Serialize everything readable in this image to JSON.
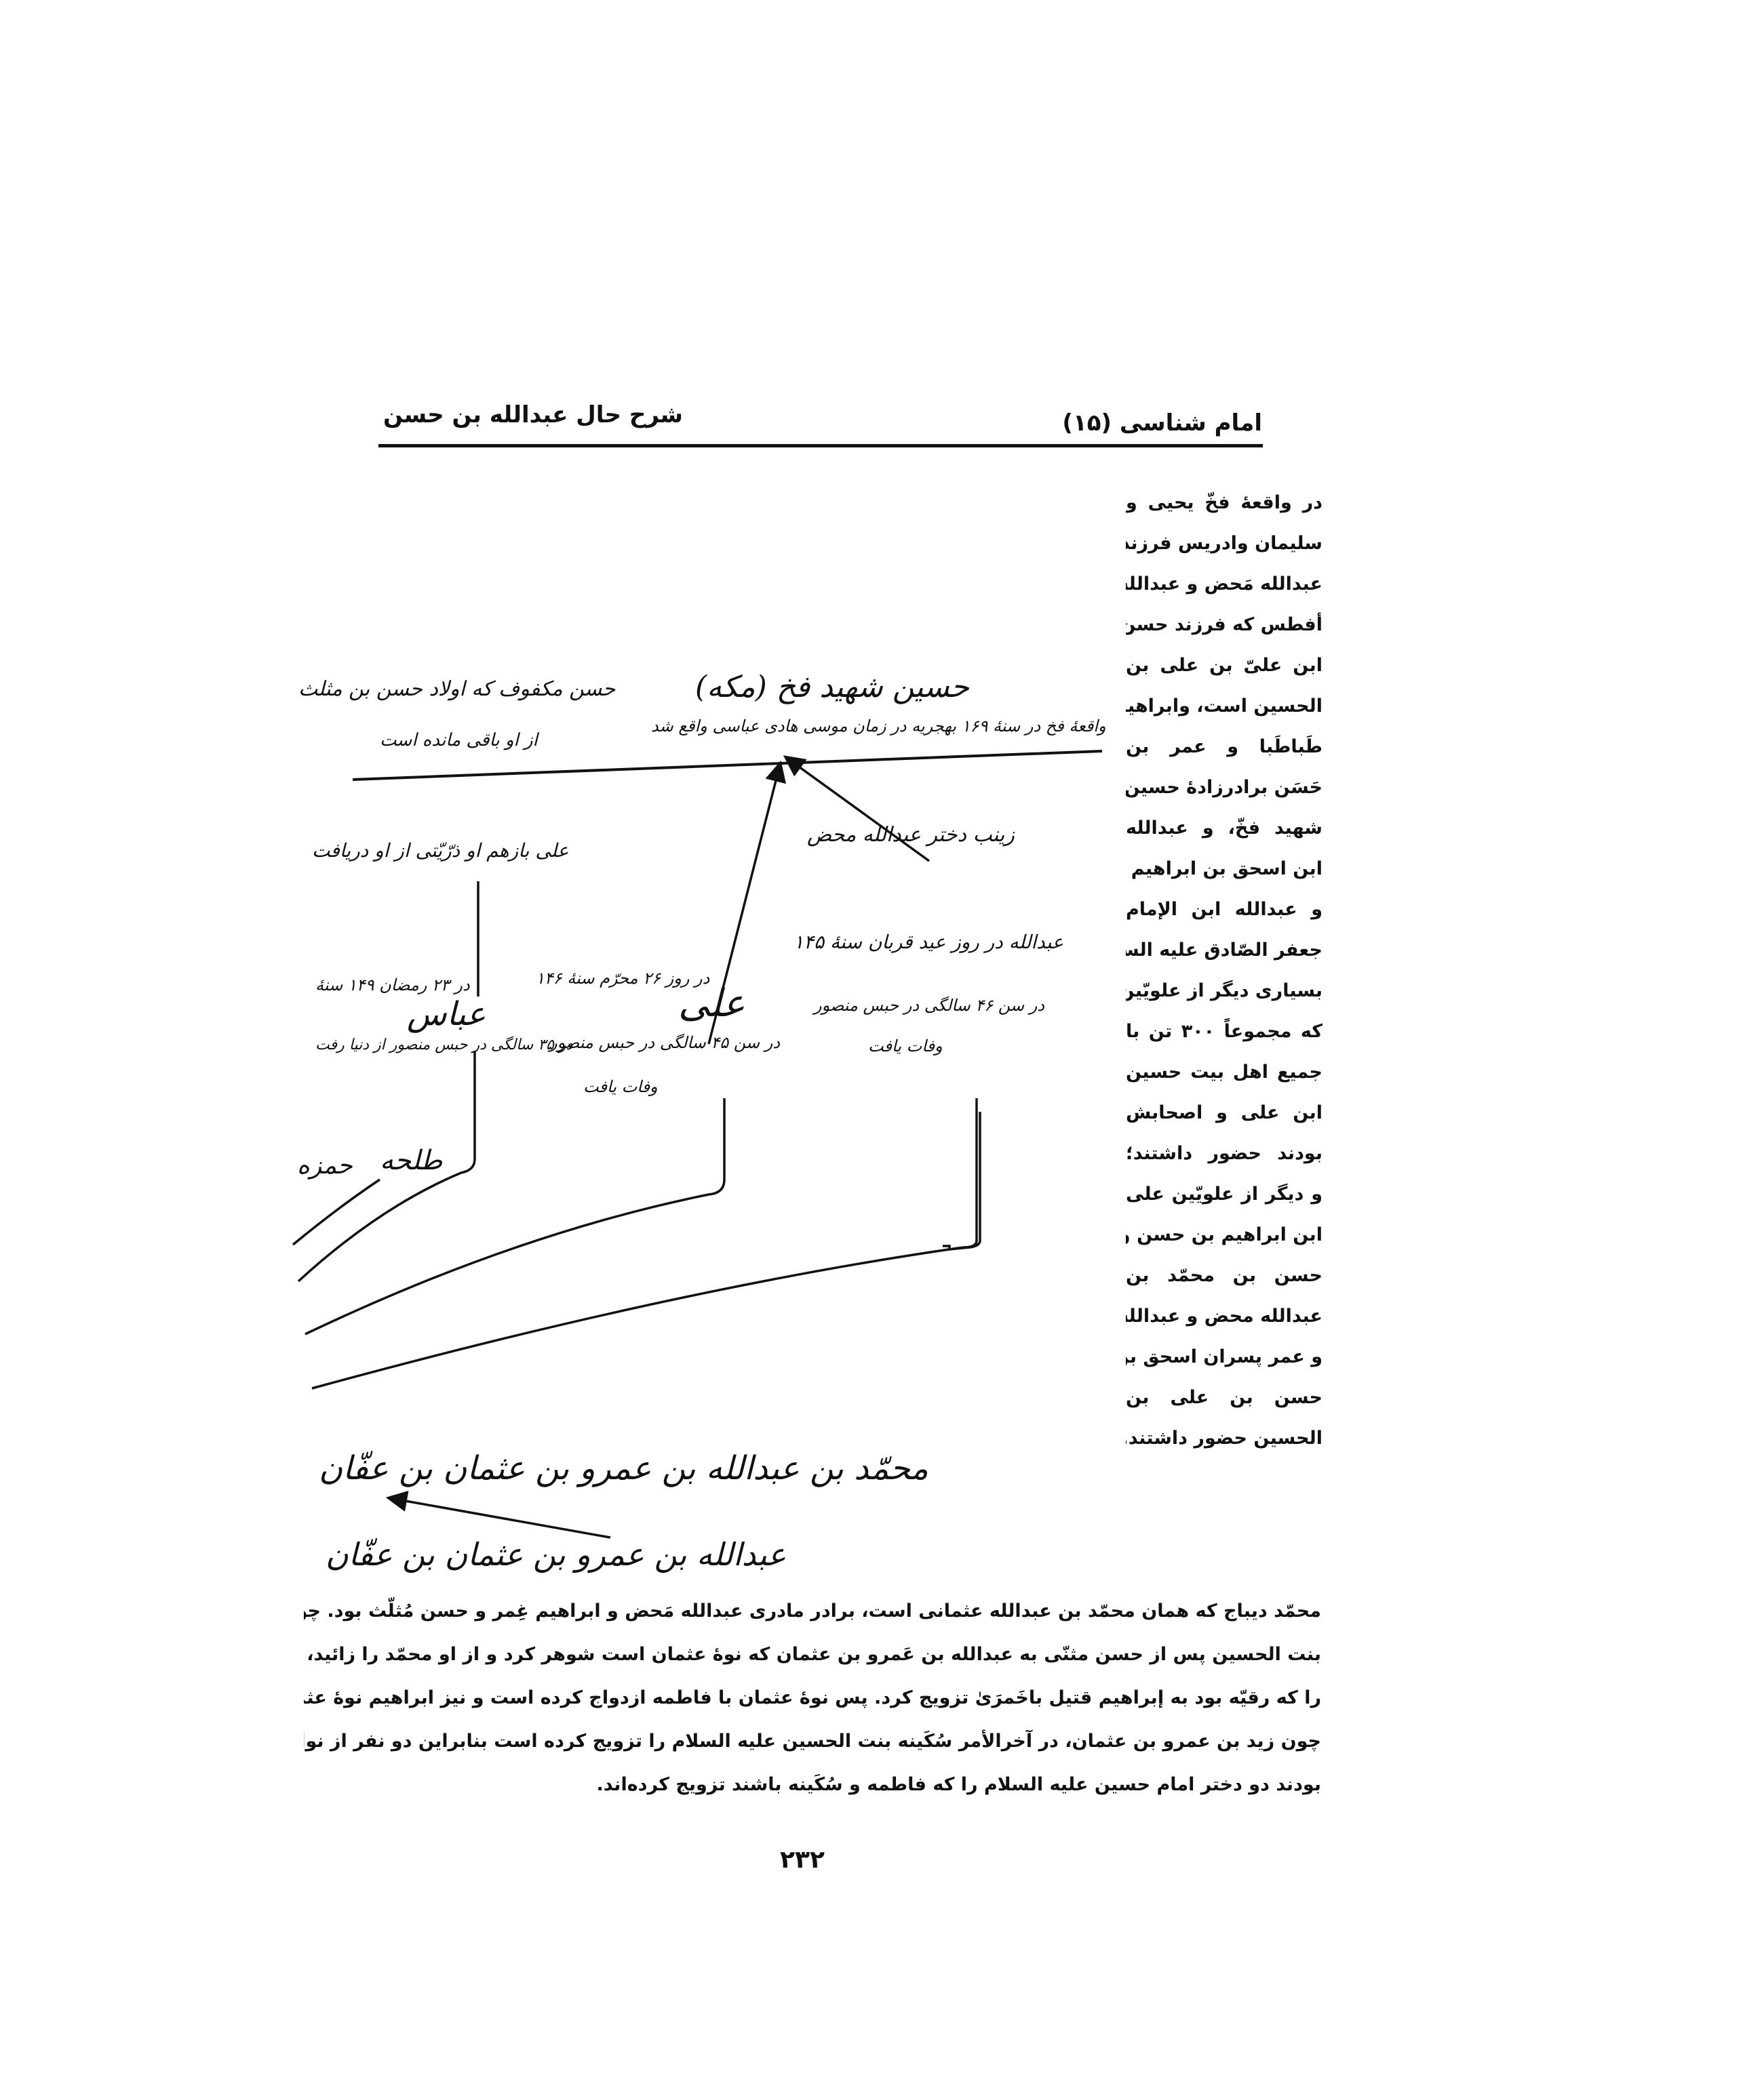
{
  "header": {
    "book_title": "امام شناسی (۱۵)",
    "chapter_title": "شرح حال عبدالله بن حسن"
  },
  "sidebar_text": [
    "در واقعهٔ فخّ یحیی و",
    "سلیمان وادریس فرزندان",
    "عبدالله مَحض و عبدالله",
    "أفطس که فرزند حسن",
    "ابن علیّ بن علی بن",
    "الحسین است، وابراهیم",
    "طَباطَبا و عمر بن",
    "حَسَن برادرزادهٔ حسین",
    "شهید فخّ، و عبدالله",
    "ابن اسحق بن ابراهیم غمر",
    "و عبدالله ابن الإمام",
    "جعفر الصّادق علیه السلام و",
    "بسیاری دیگر از علویّین",
    "که مجموعاً ۳۰۰ تن با",
    "جمیع اهل بیت حسین",
    "ابن علی و اصحابش",
    "بودند حضور داشتند؛",
    "و دیگر از علویّین علی",
    "ابن ابراهیم بن حسن و",
    "حسن بن محمّد بن",
    "عبدالله محض و عبدالله",
    "و عمر پسران اسحق بن",
    "حسن بن علی بن",
    "الحسین حضور داشتند."
  ],
  "diagram": {
    "husayn": "حسین شهید فخ (مکه)",
    "fakh_note": "واقعهٔ فخ در سنهٔ ۱۶۹ بهجریه در زمان موسی هادی عباسی واقع شد",
    "hasan_mukfuf": "حسن مکفوف که اولاد حسن بن مثلث",
    "hasan_mukfuf_line2": "از او باقی مانده است",
    "zaynab": "زینب دختر عبدالله محض",
    "ali_small": "علی بازهم او ذرّیّتی از او دریافت",
    "abdullah": "عبدالله در روز عید قربان سنهٔ ۱۴۵",
    "abdullah_line2": "در سن ۴۶ سالگی در حبس منصور",
    "abdullah_line3": "وفات یافت",
    "ali_main": "علی",
    "ali_main_note1": "در روز ۲۶ محرّم سنهٔ ۱۴۶",
    "ali_main_note2": "در سن ۴۵ سالگی در حبس منصور",
    "ali_main_note3": "وفات یافت",
    "abbas": "عباس",
    "abbas_note1": "در ۲۳ رمضان ۱۴۹ سنهٔ",
    "abbas_note2": "در ۳۵ سالگی در حبس منصور از دنیا رفت",
    "talha": "طلحه",
    "hamza": "حمزه",
    "muhammad_line": "محمّد بن عبدالله بن عمرو بن عثمان بن عفّان",
    "abdullah_uthman_line": "عبدالله بن عمرو بن عثمان بن عفّان"
  },
  "body_text": [
    "محمّد دیباج که همان محمّد بن عبدالله عثمانی است، برادر مادری عبدالله مَحض و ابراهیم غِمر و حسن مُثلّث بود. چون فاطمه",
    "بنت الحسین پس از حسن مثنّی به عبدالله بن عَمرو بن عثمان که نوهٔ عثمان است شوهر کرد و از او محمّد را زائید، و محمّد دختر خود",
    "را که رقیّه بود به إبراهیم قتیل باخَمرَیٰ تزویج کرد. پس نوهٔ عثمان با فاطمه ازدواج کرده است و نیز ابراهیم نوهٔ عثمان را گرفته است و",
    "چون زید بن عمرو بن عثمان، در آخرالأمر سُکَینه بنت الحسین علیه السلام را تزویج کرده است بنابراین دو نفر از نوادگان عثمان که دو برادر",
    "بودند دو دختر امام حسین علیه السلام را که فاطمه و سُکَینه باشند تزویج کرده‌اند."
  ],
  "page_number": "۲۳۲"
}
